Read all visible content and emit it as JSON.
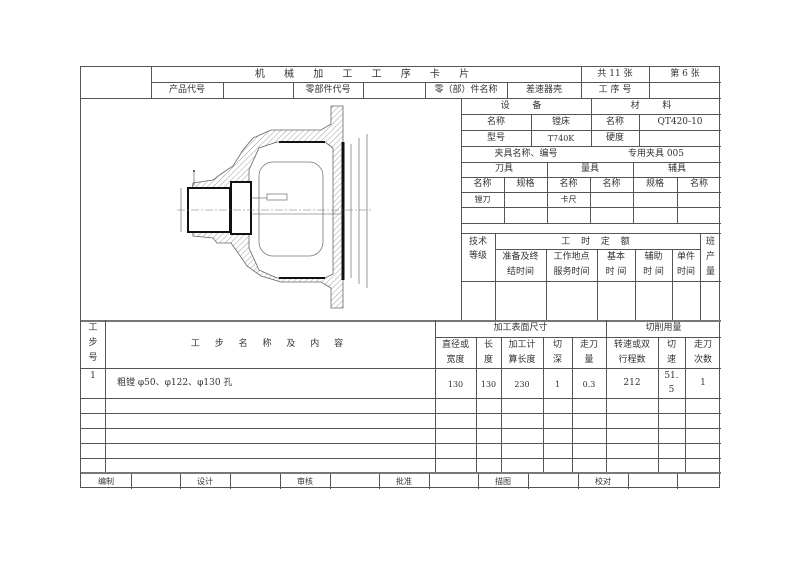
{
  "header": {
    "title": "机 械 加 工 工 序 卡 片",
    "total_sheets": "共 11 张",
    "sheet_no": "第 6 张",
    "product_code_label": "产品代号",
    "product_code_value": "",
    "part_code_label": "零部件代号",
    "part_code_value": "",
    "part_name_label": "零（部）件名称",
    "part_name_value": "差速器壳",
    "operation_no_label": "工 序 号",
    "operation_no_value": ""
  },
  "equipment": {
    "section_label": "设 备",
    "name_label": "名称",
    "name_value": "镗床",
    "model_label": "型号",
    "model_value": "T740K"
  },
  "material": {
    "section_label": "材 料",
    "name_label": "名称",
    "name_value": "QT420-10",
    "hardness_label": "硬度",
    "hardness_value": ""
  },
  "fixture": {
    "label": "夹具名称、编号",
    "value": "专用夹具 005"
  },
  "tools": {
    "cutter_label": "刀具",
    "gauge_label": "量具",
    "aux_label": "辅具",
    "columns": [
      "名称",
      "规格",
      "名称",
      "名称",
      "规格",
      "名称"
    ],
    "rows": [
      [
        "镗刀",
        "",
        "卡尺",
        "",
        "",
        ""
      ],
      [
        "",
        "",
        "",
        "",
        "",
        ""
      ],
      [
        "",
        "",
        "",
        "",
        "",
        ""
      ]
    ]
  },
  "time_quota": {
    "skill_label_1": "技术",
    "skill_label_2": "等级",
    "section_label": "工 时 定 额",
    "prep_1": "准备及终",
    "prep_2": "结时间",
    "service_1": "工作地点",
    "service_2": "服务时间",
    "basic_1": "基本",
    "basic_2": "时 间",
    "aux_1": "辅助",
    "aux_2": "时 间",
    "unit_1": "单件",
    "unit_2": "时间",
    "shift_1": "班",
    "shift_2": "产",
    "shift_3": "量"
  },
  "steps": {
    "no_label": [
      "工",
      "步",
      "号"
    ],
    "content_label": "工 步 名 称 及 内 容",
    "surface_label": "加工表面尺寸",
    "cutting_label": "切削用量",
    "diameter_1": "直径或",
    "diameter_2": "宽度",
    "length_1": "长",
    "length_2": "度",
    "calc_1": "加工计",
    "calc_2": "算长度",
    "depth_1": "切",
    "depth_2": "深",
    "feed_1": "走刀",
    "feed_2": "量",
    "speed_1": "转速或双",
    "speed_2": "行程数",
    "vc_1": "切",
    "vc_2": "速",
    "passes_1": "走刀",
    "passes_2": "次数",
    "rows": [
      {
        "no": "1",
        "content": "粗镗 φ50、φ122、φ130 孔",
        "diameter": "130",
        "length": "130",
        "calc_length": "230",
        "depth": "1",
        "feed": "0.3",
        "speed": "212",
        "vc_1": "51.",
        "vc_2": "5",
        "passes": "1"
      }
    ]
  },
  "footer": {
    "prepared": "编制",
    "designed": "设计",
    "reviewed": "审核",
    "approved": "批准",
    "drawn": "描图",
    "checked": "校对"
  }
}
